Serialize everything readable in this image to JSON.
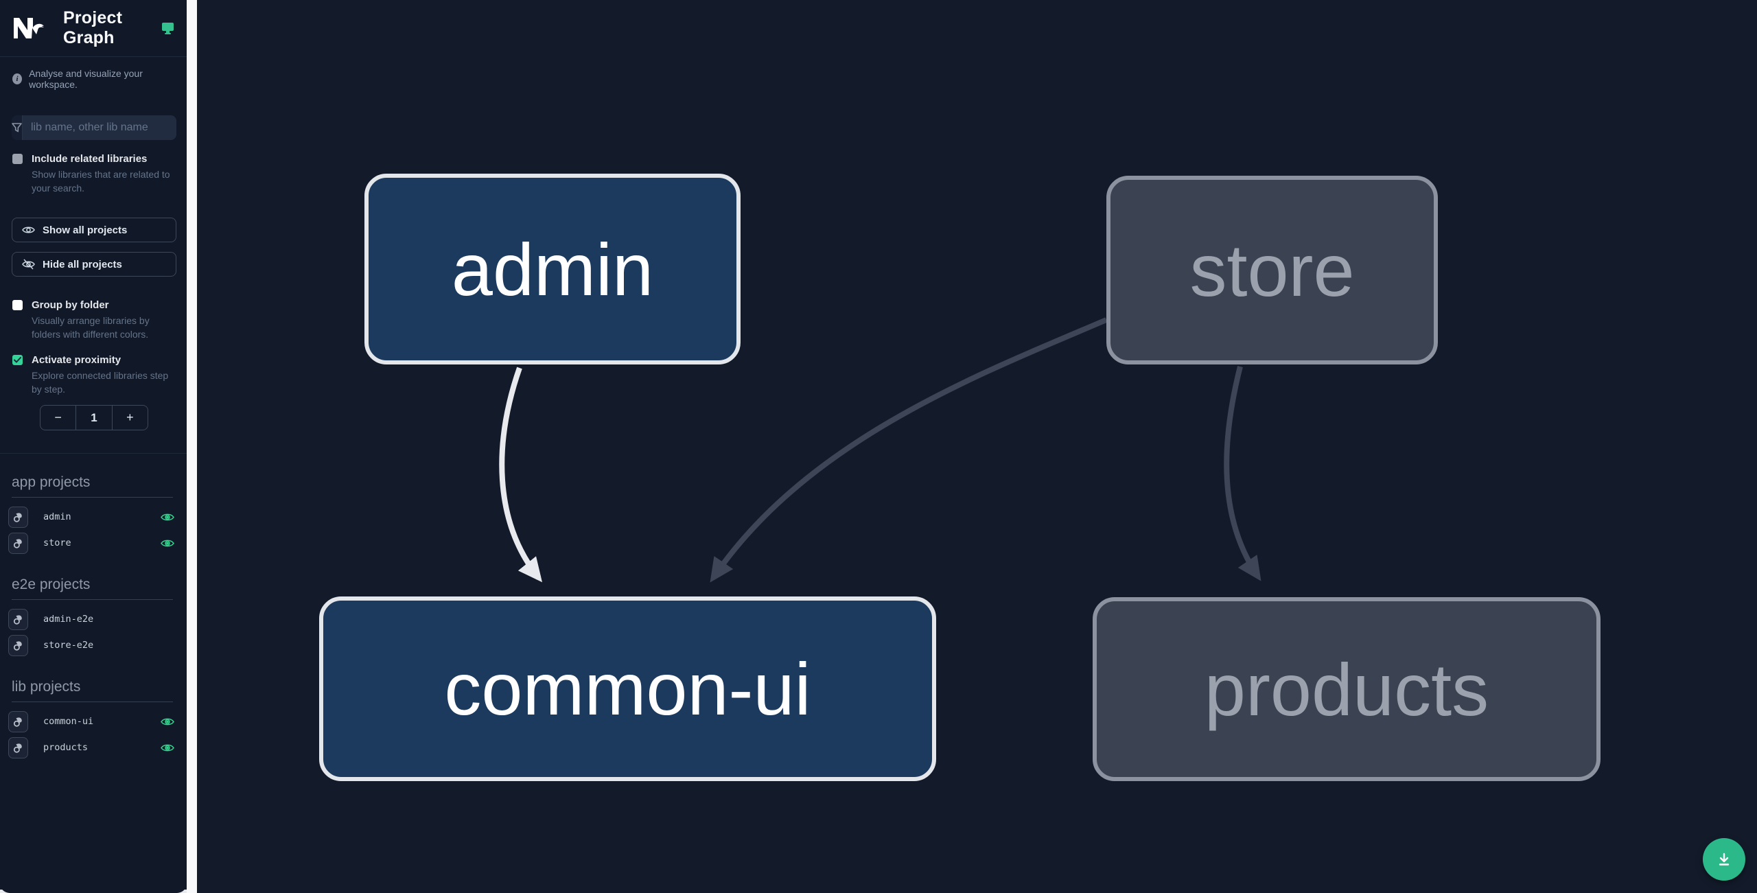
{
  "app": {
    "title": "Project Graph",
    "tagline": "Analyse and visualize your workspace."
  },
  "search": {
    "placeholder": "lib name, other lib name",
    "value": ""
  },
  "options": {
    "include_related": {
      "label": "Include related libraries",
      "description": "Show libraries that are related to your search.",
      "checked": false
    },
    "group_by_folder": {
      "label": "Group by folder",
      "description": "Visually arrange libraries by folders with different colors.",
      "checked": false
    },
    "activate_proximity": {
      "label": "Activate proximity",
      "description": "Explore connected libraries step by step.",
      "checked": true
    }
  },
  "buttons": {
    "show_all": "Show all projects",
    "hide_all": "Hide all projects"
  },
  "proximity_stepper": {
    "decrement": "−",
    "value": "1",
    "increment": "+"
  },
  "sections": [
    {
      "title": "app projects",
      "items": [
        {
          "name": "admin",
          "visible": true
        },
        {
          "name": "store",
          "visible": true
        }
      ]
    },
    {
      "title": "e2e projects",
      "items": [
        {
          "name": "admin-e2e"
        },
        {
          "name": "store-e2e"
        }
      ]
    },
    {
      "title": "lib projects",
      "items": [
        {
          "name": "common-ui",
          "visible": true
        },
        {
          "name": "products",
          "visible": true
        }
      ]
    }
  ],
  "graph": {
    "nodes": [
      {
        "id": "admin",
        "state": "focused"
      },
      {
        "id": "store",
        "state": "muted"
      },
      {
        "id": "common-ui",
        "state": "focused"
      },
      {
        "id": "products",
        "state": "muted"
      }
    ],
    "edges": [
      {
        "from": "admin",
        "to": "common-ui",
        "state": "focused"
      },
      {
        "from": "store",
        "to": "common-ui",
        "state": "muted"
      },
      {
        "from": "store",
        "to": "products",
        "state": "muted"
      }
    ]
  },
  "colors": {
    "accent_green": "#2cb98a",
    "eye_green": "#34d08c",
    "node_focused_fill": "#1c3a5e",
    "node_focused_border": "#e3e7eb",
    "node_muted_fill": "#3b4353",
    "node_muted_border": "#8c929f",
    "edge_focused": "#e8eaee",
    "edge_muted": "#3d4556",
    "sidebar_bg": "#111827",
    "canvas_bg": "#131b2b"
  }
}
